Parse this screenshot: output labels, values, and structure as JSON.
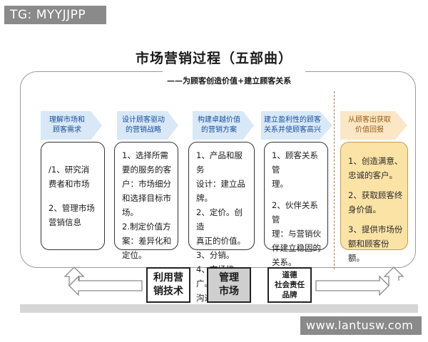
{
  "tag": "TG: MYYJJPP",
  "title": "市场营销过程（五部曲）",
  "subtitle": "——为顾客创造价值+建立顾客关系",
  "steps": [
    {
      "label": [
        "理解市场和",
        "顾客需求"
      ]
    },
    {
      "label": [
        "设计顾客驱动",
        "的营销战略"
      ]
    },
    {
      "label": [
        "构建卓越价值",
        "的营销方案"
      ]
    },
    {
      "label": [
        "建立盈利性的顾客",
        "关系并使顾客高兴"
      ]
    },
    {
      "label": [
        "从顾客出获取",
        "价值回报"
      ]
    }
  ],
  "boxes": [
    {
      "items": [
        "/1、研究消\n费者和市场",
        "2、管理市场\n营销信息"
      ]
    },
    {
      "items": [
        "1、选择所需\n要的服务的客\n户：市场细分\n和选择目标市\n场。",
        "2.制定价值方\n案：差异化和\n定位。"
      ]
    },
    {
      "items": [
        "1、产品和服务\n设计：建立品\n牌。\n2、定价。创造\n真正的价值。\n3、分销。\n4、市场推广。\n沟通价值主张"
      ]
    },
    {
      "items": [
        "1、顾客关系管\n理。",
        "2、伙伴关系管\n理：与营销伙\n伴建立稳固的\n关系。"
      ]
    },
    {
      "items": [
        "1、创造满意、\n忠诚的客户。",
        "2、获取顾客终\n身价值。",
        "3、提供市场份\n额和顾客份额。"
      ]
    }
  ],
  "bottom": [
    {
      "lines": [
        "利用营",
        "销技术"
      ]
    },
    {
      "lines": [
        "管理",
        "市场"
      ]
    },
    {
      "lines": [
        "道德",
        "社会责任",
        "品牌"
      ]
    }
  ],
  "watermark": "www.lantusw.com",
  "colors": {
    "step_blue": "#d8e8f6",
    "step_gold": "#fbe7c6",
    "box_gold": "#fbe3a6",
    "divider": "#b07a3a"
  }
}
